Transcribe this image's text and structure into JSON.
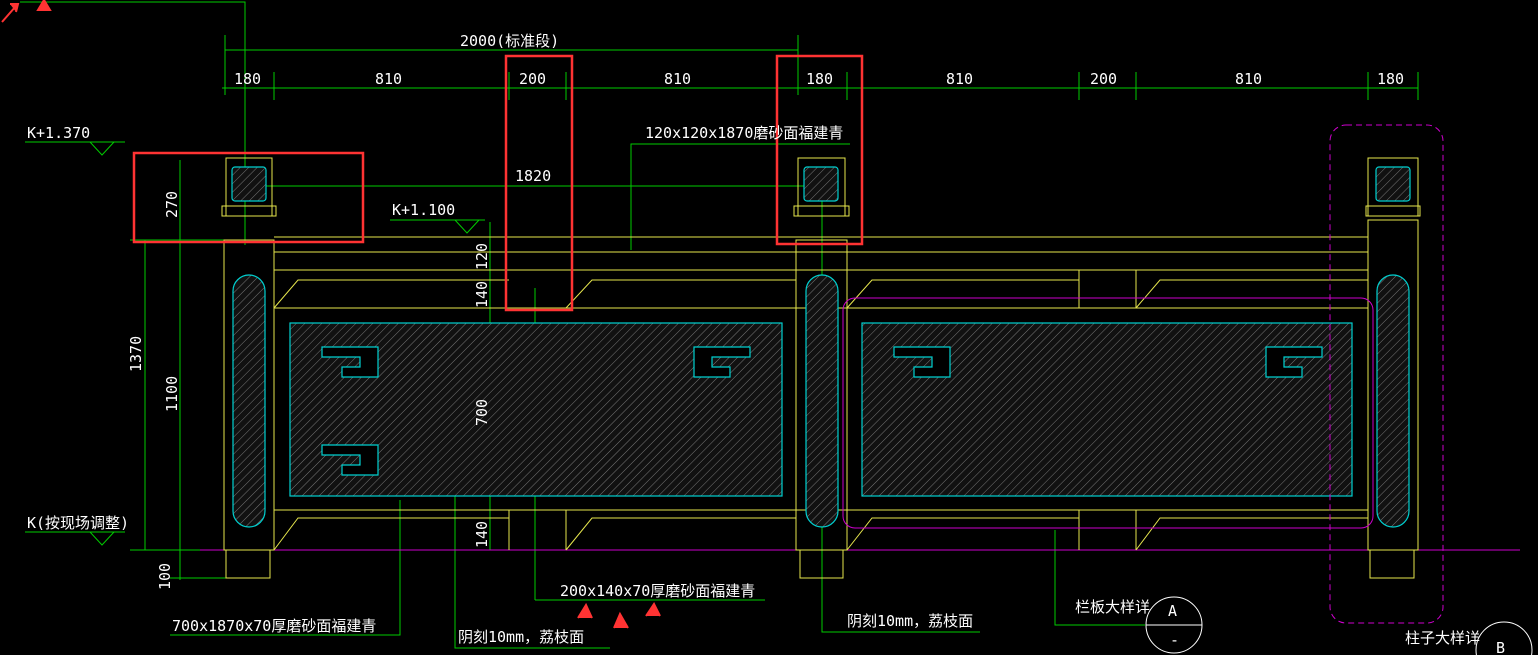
{
  "dimensions": {
    "standard_section": "2000(标准段)",
    "top_segments": [
      "180",
      "810",
      "200",
      "810",
      "180",
      "810",
      "200",
      "810",
      "180"
    ],
    "post_spacing": "1820",
    "post_cap_height": "270",
    "rail_heights": [
      "120",
      "140"
    ],
    "panel_height": "700",
    "bottom_rail": "140",
    "total_height": "1370",
    "rail_top_height": "1100",
    "base_depth": "100"
  },
  "levels": {
    "post_top": "K+1.370",
    "rail_top": "K+1.100",
    "ground": "K(按现场调整)"
  },
  "annotations": {
    "top_rail_material": "120x120x1870磨砂面福建青",
    "post_material": "700x1870x70厚磨砂面福建青",
    "rail_material": "200x140x70厚磨砂面福建青",
    "engrave_left": "阴刻10mm，荔枝面",
    "engrave_right": "阴刻10mm，荔枝面"
  },
  "detail_refs": {
    "panel_detail_label": "栏板大样详",
    "panel_detail_id": "A",
    "panel_detail_sheet": "-",
    "post_detail_label": "柱子大样详",
    "post_detail_id": "B"
  },
  "colors": {
    "background": "#000000",
    "dimension": "#00cc00",
    "outline": "#e6e64d",
    "fill": "#00d0d0",
    "highlight": "#ff3333",
    "detail_boundary": "#cc00cc",
    "text": "#ffffff"
  }
}
